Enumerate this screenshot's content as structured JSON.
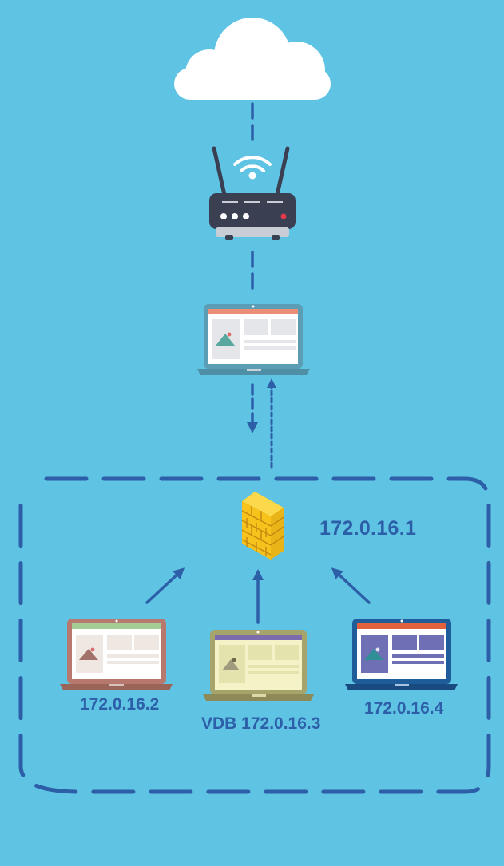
{
  "diagram": {
    "nodes": {
      "cloud": {
        "icon": "cloud-icon"
      },
      "router": {
        "icon": "wifi-router-icon"
      },
      "gateway_laptop": {
        "icon": "laptop-icon"
      },
      "firewall": {
        "icon": "firewall-icon",
        "label": "172.0.16.1"
      },
      "client_left": {
        "icon": "laptop-icon",
        "label": "172.0.16.2"
      },
      "client_center": {
        "icon": "laptop-icon",
        "label": "VDB 172.0.16.3"
      },
      "client_right": {
        "icon": "laptop-icon",
        "label": "172.0.16.4"
      }
    },
    "edges": [
      {
        "from": "cloud",
        "to": "router",
        "style": "dashed"
      },
      {
        "from": "router",
        "to": "gateway_laptop",
        "style": "dashed"
      },
      {
        "from": "gateway_laptop",
        "to": "firewall",
        "style": "dashed-arrow"
      },
      {
        "from": "firewall",
        "to": "gateway_laptop",
        "style": "dotted-arrow"
      },
      {
        "from": "client_left",
        "to": "firewall",
        "style": "arrow"
      },
      {
        "from": "client_center",
        "to": "firewall",
        "style": "arrow"
      },
      {
        "from": "client_right",
        "to": "firewall",
        "style": "arrow"
      }
    ],
    "colors": {
      "background": "#5fc3e3",
      "line": "#2d5ea8",
      "label": "#2d5ea8",
      "cloud": "#ffffff",
      "router_body": "#3a3f52",
      "firewall": "#f6c21b",
      "laptop_left_frame": "#b7786e",
      "laptop_center_frame": "#a7a46b",
      "laptop_right_frame": "#1f5d9a",
      "laptop_top_frame": "#5b9db5"
    }
  }
}
